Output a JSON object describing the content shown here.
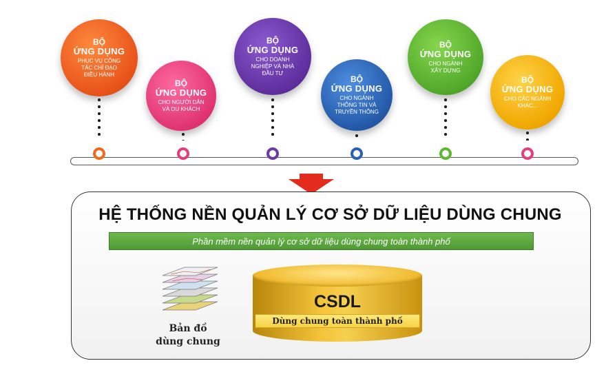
{
  "apps": [
    {
      "line1": "BỘ",
      "line2": "ỨNG DỤNG",
      "desc": "PHỤC VỤ CÔNG TÁC CHỈ ĐẠO ĐIỀU HÀNH",
      "color": "#ef6a1f"
    },
    {
      "line1": "BỘ",
      "line2": "ỨNG DỤNG",
      "desc": "CHO NGƯỜI DÂN VÀ DU KHÁCH",
      "color": "#e23f7f"
    },
    {
      "line1": "BỘ",
      "line2": "ỨNG DỤNG",
      "desc": "CHO DOANH NGHIỆP VÀ NHÀ ĐẦU TƯ",
      "color": "#6a3aa6"
    },
    {
      "line1": "BỘ",
      "line2": "ỨNG DỤNG",
      "desc": "CHO NGÀNH THÔNG TIN VÀ TRUYỀN THÔNG",
      "color": "#2a62b3"
    },
    {
      "line1": "BỘ",
      "line2": "ỨNG DỤNG",
      "desc": "CHO NGÀNH XÂY DỰNG",
      "color": "#5fb832"
    },
    {
      "line1": "BỘ",
      "line2": "ỨNG DỤNG",
      "desc": "CHO CÁC NGÀNH KHÁC...",
      "color": "#f4b400"
    }
  ],
  "platform": {
    "title": "HỆ THỐNG NỀN QUẢN LÝ CƠ SỞ DỮ LIỆU DÙNG CHUNG",
    "subtitle": "Phần mềm nền quản lý cơ sở dữ liệu dùng chung toàn thành phố"
  },
  "map": {
    "label1": "Bản đồ",
    "label2": "dùng chung"
  },
  "database": {
    "title": "CSDL",
    "band": "Dùng chung toàn thành phố"
  },
  "colors": {
    "arrow": "#e32b1e",
    "green_bar": "#5aa83c",
    "db": "#f3c33a"
  }
}
